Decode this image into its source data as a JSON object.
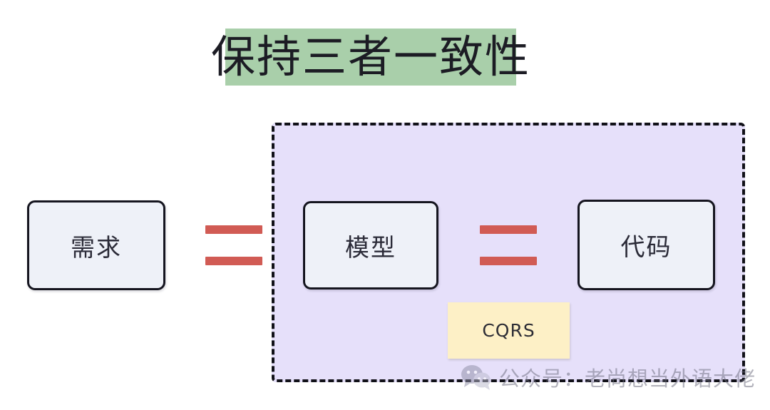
{
  "title": {
    "text": "保持三者一致性",
    "highlight_color": "#a9cfaa",
    "text_color": "#1c1c24"
  },
  "diagram": {
    "type": "concept-equivalence",
    "container": {
      "name": "dashed-scope",
      "fill_color": "#e6e0fa",
      "border_color": "#111118",
      "border_style": "dashed"
    },
    "nodes": [
      {
        "id": "requirement",
        "label": "需求",
        "fill_color": "#eef1f8",
        "border_color": "#15151f",
        "inside_container": false
      },
      {
        "id": "model",
        "label": "模型",
        "fill_color": "#eef1f8",
        "border_color": "#15151f",
        "inside_container": true
      },
      {
        "id": "code",
        "label": "代码",
        "fill_color": "#eef1f8",
        "border_color": "#15151f",
        "inside_container": true
      },
      {
        "id": "cqrs",
        "label": "CQRS",
        "fill_color": "#fdf0c6",
        "border_color": "none",
        "inside_container": true
      }
    ],
    "connectors": [
      {
        "id": "equals-1",
        "symbol": "=",
        "from": "requirement",
        "to": "model",
        "color": "#d15b54"
      },
      {
        "id": "equals-2",
        "symbol": "=",
        "from": "model",
        "to": "code",
        "color": "#d15b54"
      }
    ]
  },
  "watermark": {
    "icon": "wechat-icon",
    "text": "公众号：老尚想当外语大佬",
    "color": "#6e6e80"
  }
}
